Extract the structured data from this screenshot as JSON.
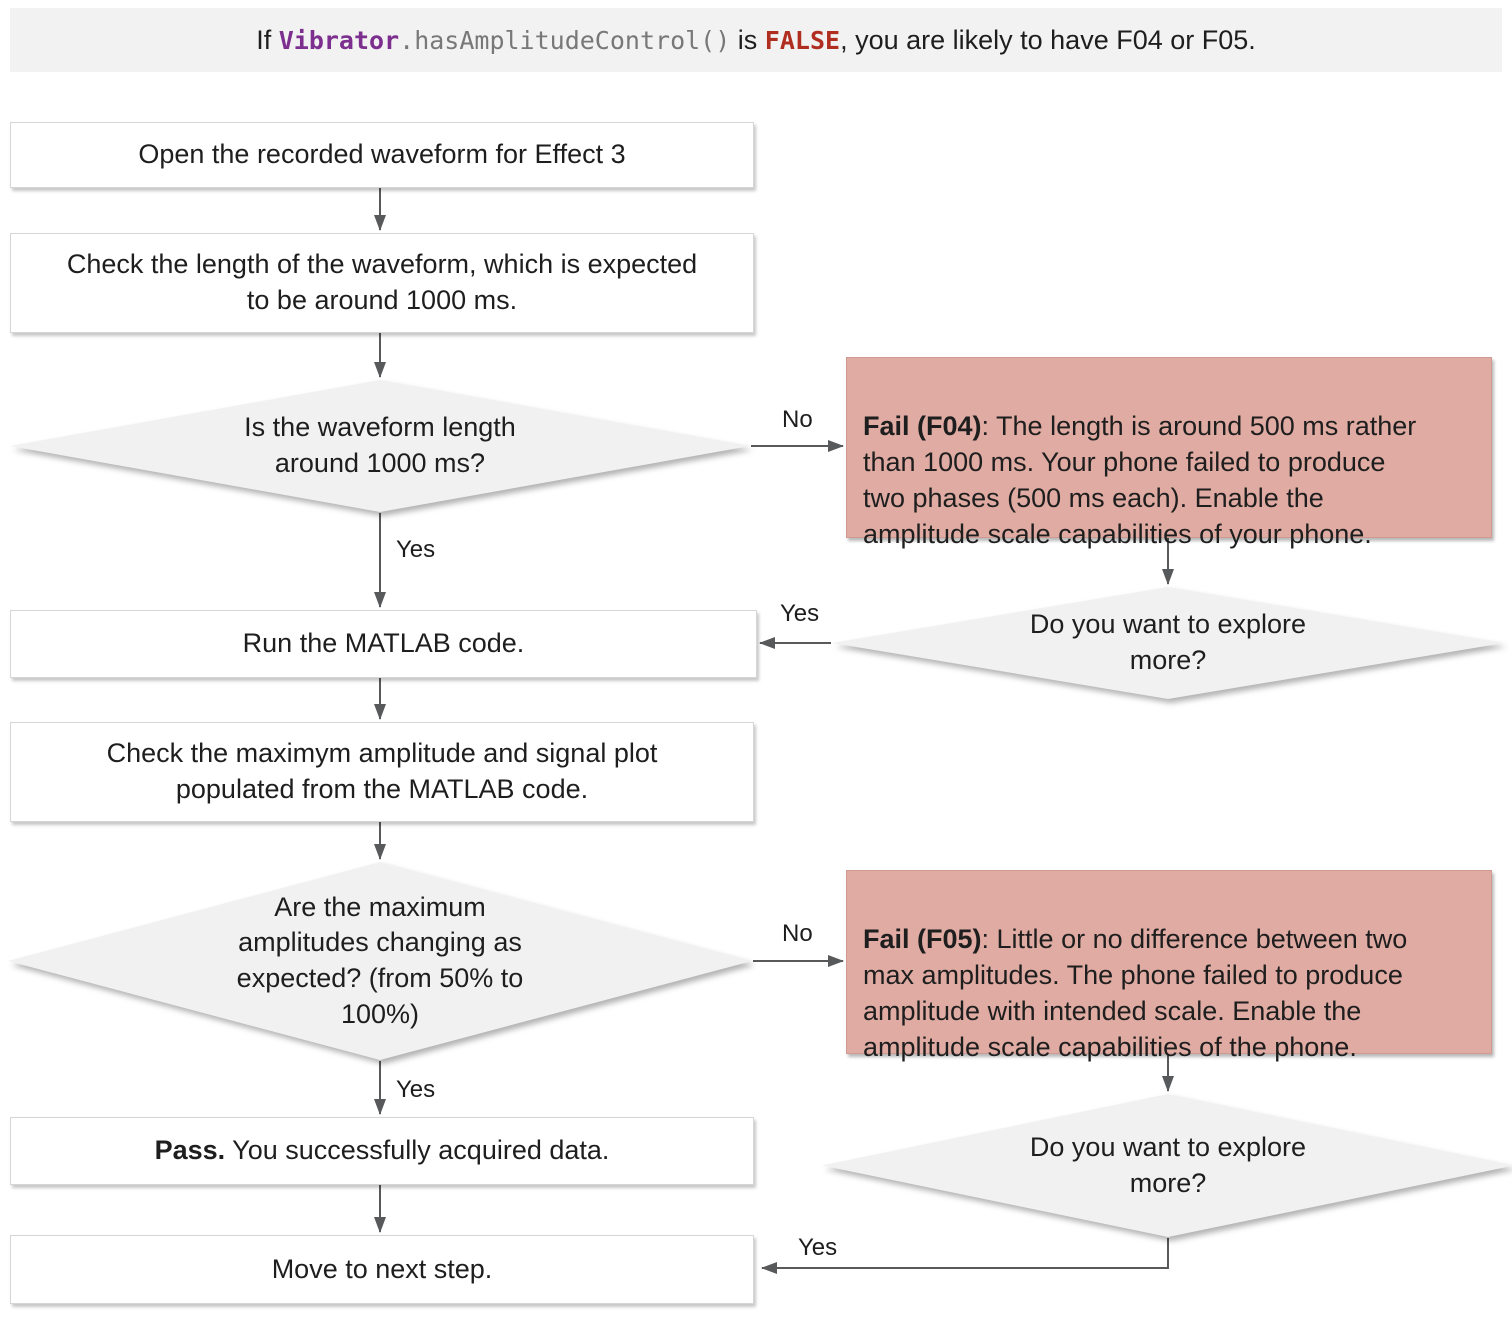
{
  "banner": {
    "text_prefix": "If ",
    "code_object": "Vibrator",
    "code_method": ".hasAmplitudeControl()",
    "text_is": " is ",
    "code_value": "FALSE",
    "text_suffix": ", you are likely to have F04 or F05."
  },
  "nodes": {
    "step_open": {
      "text": "Open the recorded waveform for Effect 3"
    },
    "step_check_length": {
      "text": "Check the length of the waveform, which is expected\nto be around 1000 ms."
    },
    "decision_length": {
      "text": "Is the waveform length\naround 1000 ms?"
    },
    "fail_f04": {
      "bold": "Fail (F04)",
      "text": ": The length is around 500 ms rather\nthan 1000 ms. Your phone failed to produce\ntwo phases (500 ms each). Enable the\namplitude scale capabilities of your phone."
    },
    "decision_explore_1": {
      "text": "Do you want to explore\nmore?"
    },
    "step_run_matlab": {
      "text": "Run the MATLAB code."
    },
    "step_check_amplitude": {
      "text": "Check the maximym amplitude and signal plot\npopulated from the MATLAB code."
    },
    "decision_amplitude": {
      "text": "Are the maximum\namplitudes changing as\nexpected? (from 50% to\n100%)"
    },
    "fail_f05": {
      "bold": "Fail (F05)",
      "text": ": Little or no difference between two\nmax amplitudes. The phone failed to produce\namplitude with intended scale. Enable the\namplitude scale capabilities of the phone."
    },
    "decision_explore_2": {
      "text": "Do you want to explore\nmore?"
    },
    "pass": {
      "bold": "Pass.",
      "text": " You successfully acquired data."
    },
    "step_next": {
      "text": "Move to next step."
    }
  },
  "edge_labels": {
    "yes_length": "Yes",
    "no_length": "No",
    "yes_explore_1": "Yes",
    "yes_amplitude": "Yes",
    "no_amplitude": "No",
    "yes_explore_2": "Yes"
  },
  "colors": {
    "banner_bg": "#f2f2f2",
    "fail_bg": "#dfaba2",
    "diamond_bg": "#f1f1f1",
    "arrow": "#58595b",
    "code_object": "#7c2f8e",
    "code_method": "#787878",
    "code_false": "#b02e20"
  }
}
